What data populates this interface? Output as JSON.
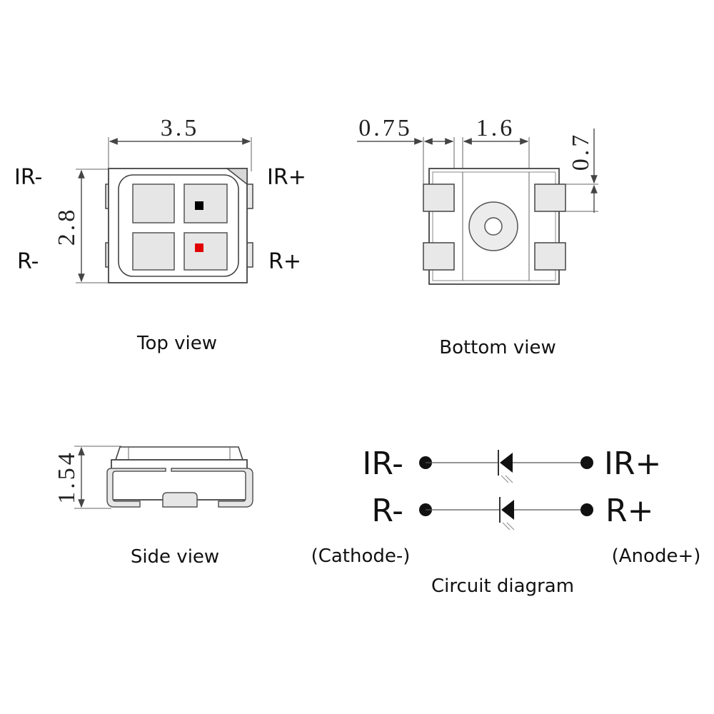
{
  "top_view": {
    "caption": "Top view",
    "dim_width": "3.5",
    "dim_height": "2.8",
    "pins": {
      "top_left": "IR-",
      "top_right": "IR+",
      "bottom_left": "R-",
      "bottom_right": "R+"
    },
    "chip_colors": {
      "ir": "#000000",
      "red": "#e00000"
    }
  },
  "bottom_view": {
    "caption": "Bottom view",
    "dim_pad_width": "0.75",
    "dim_gap": "1.6",
    "dim_pad_height": "0.7"
  },
  "side_view": {
    "caption": "Side view",
    "dim_height": "1.54"
  },
  "circuit": {
    "caption": "Circuit diagram",
    "cathode_note": "(Cathode-)",
    "anode_note": "(Anode+)",
    "rows": [
      {
        "left": "IR-",
        "right": "IR+"
      },
      {
        "left": "R-",
        "right": "R+"
      }
    ]
  }
}
